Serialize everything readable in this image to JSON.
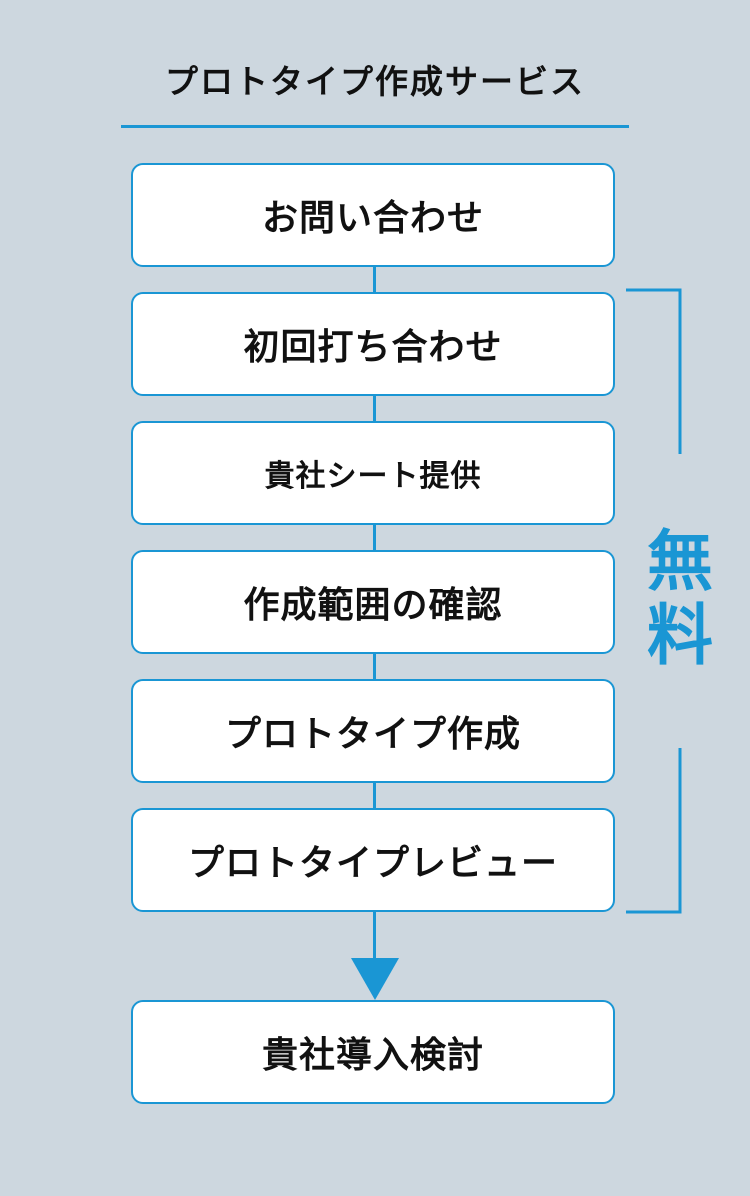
{
  "title": "プロトタイプ作成サービス",
  "steps": [
    {
      "label": "お問い合わせ"
    },
    {
      "label": "初回打ち合わせ"
    },
    {
      "label": "貴社シート提供"
    },
    {
      "label": "作成範囲の確認"
    },
    {
      "label": "プロトタイプ作成"
    },
    {
      "label": "プロトタイプレビュー"
    }
  ],
  "final_step": {
    "label": "貴社導入検討"
  },
  "free_label": "無料",
  "colors": {
    "accent": "#1a96d4",
    "background": "#cdd7df",
    "box": "#ffffff",
    "text": "#111111"
  }
}
